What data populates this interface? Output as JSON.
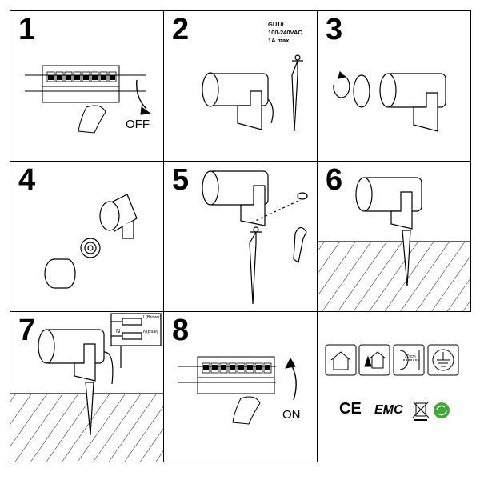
{
  "steps": [
    {
      "number": "1",
      "label": "OFF"
    },
    {
      "number": "2",
      "spec": [
        "GU10",
        "100-240VAC",
        "1A max"
      ]
    },
    {
      "number": "3"
    },
    {
      "number": "4"
    },
    {
      "number": "5"
    },
    {
      "number": "6"
    },
    {
      "number": "7",
      "wiring": {
        "live": "L(Brown)",
        "neutral_letter": "N",
        "neutral": "N(Blue)"
      }
    },
    {
      "number": "8",
      "label": "ON"
    }
  ],
  "info_icons": [
    {
      "name": "indoor-use-icon"
    },
    {
      "name": "outdoor-use-icon"
    },
    {
      "name": "distance-icon",
      "text": "20 cm"
    },
    {
      "name": "earth-ground-icon"
    }
  ],
  "certifications": {
    "ce": "CE",
    "emc": "EMC"
  },
  "colors": {
    "line": "#000000",
    "recycle": "#3da935"
  }
}
